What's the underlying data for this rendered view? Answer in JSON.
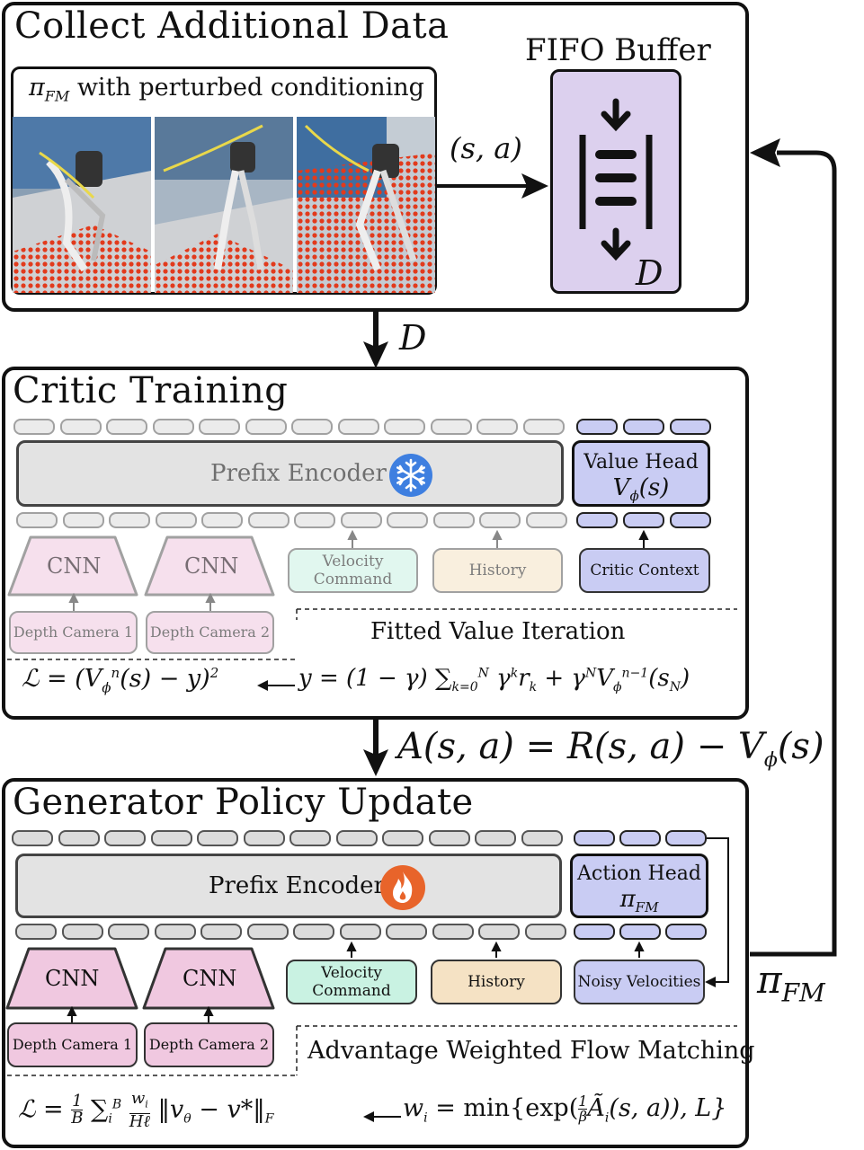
{
  "collect": {
    "title": "Collect Additional Data",
    "caption": "πFM with perturbed conditioning",
    "buffer_title": "FIFO Buffer",
    "buffer_symbol": "D",
    "arrow_label": "(s, a)"
  },
  "between_12": {
    "label": "D"
  },
  "critic": {
    "title": "Critic Training",
    "encoder_label": "Prefix Encoder",
    "encoder_icon": "snowflake-icon",
    "head_line1": "Value Head",
    "head_line2": "Vϕ(s)",
    "cnn1": "CNN",
    "cnn2": "CNN",
    "velocity": "Velocity Command",
    "history": "History",
    "context": "Critic Context",
    "cam1": "Depth Camera 1",
    "cam2": "Depth Camera 2",
    "method": "Fitted Value Iteration",
    "loss_left": "ℒ = (Vϕⁿ(s) − y)²",
    "loss_right": "y = (1 − γ) ∑ₖ₌₀ᴺ γᵏrₖ + γᴺVϕⁿ⁻¹(sN)"
  },
  "between_23": {
    "label": "A(s, a) = R(s, a) − Vϕ(s)"
  },
  "generator": {
    "title": "Generator Policy Update",
    "encoder_label": "Prefix Encoder",
    "encoder_icon": "flame-icon",
    "head_line1": "Action Head",
    "head_line2": "πFM",
    "cnn1": "CNN",
    "cnn2": "CNN",
    "velocity": "Velocity Command",
    "history": "History",
    "noisy": "Noisy Velocities",
    "cam1": "Depth Camera 1",
    "cam2": "Depth Camera 2",
    "method": "Advantage Weighted Flow Matching",
    "loss_left": "ℒ = 1/B ∑ᵢᴮ wᵢ/Hℓ ‖vθ − v*‖F",
    "loss_right": "wᵢ = min{exp(1/β Ãᵢ(s, a)), L}"
  },
  "feedback": {
    "label": "πFM"
  },
  "colors": {
    "pink": "#f0c8e0",
    "green": "#c9f2e2",
    "peach": "#f5e2c4",
    "lavender": "#c9ccf3",
    "buffer": "#dcd0ee",
    "grey": "#e3e3e3",
    "snowflake": "#3e7fe0",
    "flame": "#e8642a"
  }
}
